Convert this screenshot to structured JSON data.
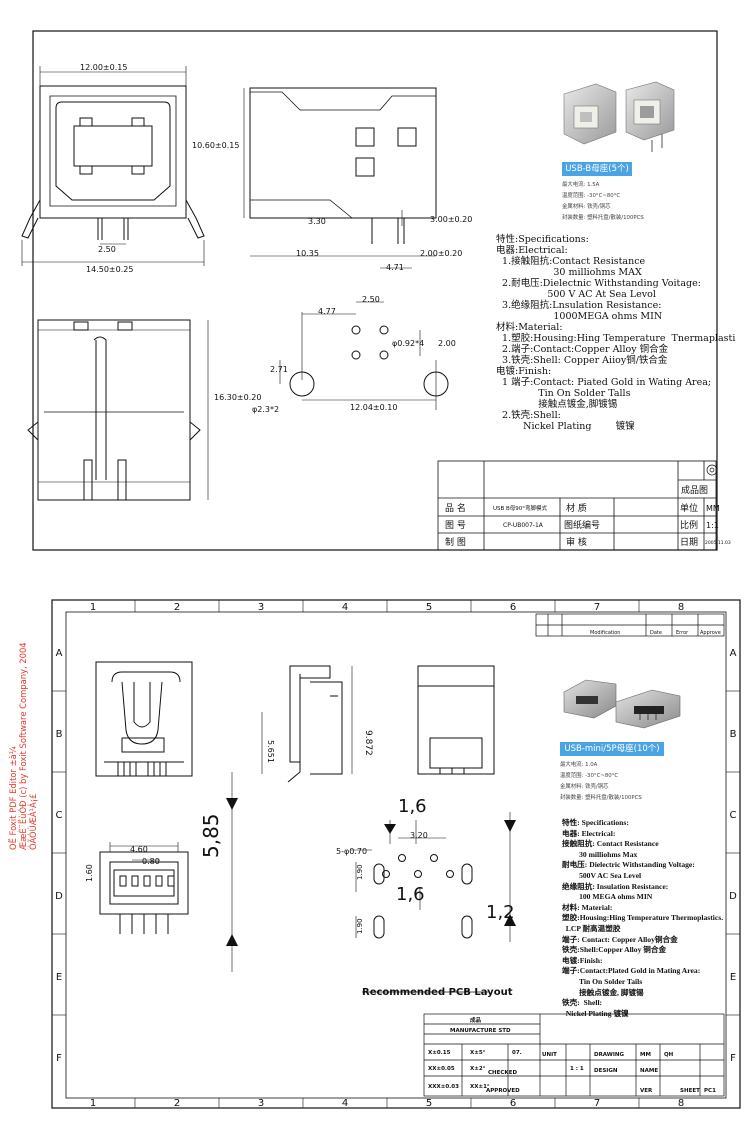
{
  "top": {
    "dims": {
      "width": "12.00±0.15",
      "height": "10.60±0.15",
      "pin_pitch": "2.50",
      "overall_width": "14.50±0.25",
      "d330": "3.30",
      "d300": "3.00±0.20",
      "d1035": "10.35",
      "d200": "2.00±0.20",
      "d471": "4.71",
      "depth": "16.30±0.20",
      "pcb_477": "4.77",
      "pcb_250": "2.50",
      "pcb_hole": "φ0.92*4",
      "pcb_200": "2.00",
      "pcb_271": "2.71",
      "pcb_post": "φ2.3*2",
      "pcb_1204": "12.04±0.10"
    },
    "card": {
      "badge": "USB-B母座(5个)",
      "lines": [
        "最大电流: 1.5A",
        "温度范围: -30°C~80°C",
        "金属材料: 铁壳/铜芯",
        "封装数量: 塑料托盘/散装/100PCS"
      ]
    },
    "specs": [
      "特性:Specifications:",
      "电器:Electrical:",
      "  1.接触阻抗:Contact Resistance",
      "                   30 milliohms MAX",
      "  2.耐电压:Dielectnic Withstanding Voitage:",
      "                 500 V AC At Sea Levol",
      "  3.绝缘阻抗:Lnsulation Resistance:",
      "                   1000MEGA ohms MIN",
      "",
      "材料:Material:",
      "  1.塑胶:Housing:Hing Temperature  Tnermaplasti",
      "",
      "  2.端子:Contact:Copper Alloy 铜合金",
      "  3.铁壳:Shell: Copper Aiioy铜/铁合金",
      "电镀:Finish:",
      "  1 端子:Contact: Piated Gold in Wating Area;",
      "              Tin On Solder Talls",
      "              接触点镀金,脚镀锡",
      "",
      "  2.铁壳:Shell:",
      "         Nickel Plating        镀镍"
    ],
    "title_block": {
      "label_name": "品  名",
      "name_value": "USB B母90°弯脚模式",
      "label_material": "材    质",
      "label_unit": "单位",
      "unit_value": "MM",
      "label_drawing": "图  号",
      "drawing_value": "CP-UB007-1A",
      "label_drawing_no": "图纸编号",
      "label_scale": "比例",
      "scale_value": "1:1",
      "label_drawn": "制  图",
      "label_review": "审    核",
      "label_date": "日期",
      "date_value": "2005.11.03",
      "label_product": "成品图"
    }
  },
  "bottom": {
    "col_labels": [
      "1",
      "2",
      "3",
      "4",
      "5",
      "6",
      "7",
      "8"
    ],
    "row_labels": [
      "A",
      "B",
      "C",
      "D",
      "E",
      "F"
    ],
    "revision_headers": [
      "Modification",
      "Date",
      "Error",
      "Approve"
    ],
    "dims": {
      "d9872": "9.872",
      "d5651": "5.651",
      "d585": "5,85",
      "d460": "4.60",
      "d080": "0.80",
      "d160": "1.60",
      "pcb16": "1,6",
      "pcb320": "3.20",
      "pcb_holes": "5-φ0.70",
      "pcb_190a": "1.90",
      "pcb_190b": "1.90",
      "pcb16b": "1,6",
      "pcb12": "1,2"
    },
    "pcb_caption": "Recommended PCB Layout",
    "card": {
      "badge": "USB-mini/5P母座(10个)",
      "lines": [
        "最大电流: 1.0A",
        "温度范围: -30°C~80°C",
        "金属材料: 铁壳/铜芯",
        "封装数量: 塑料托盘/散装/100PCS"
      ]
    },
    "specs": [
      "特性: Specifications:",
      "电器: Electrical:",
      "接触阻抗: Contact Resistance",
      "         30 milliohms Max",
      "耐电压: Dielectric Withstanding Voltage:",
      "         500V AC Sea Level",
      "绝缘阻抗: Insulation Resistance:",
      "         100 MEGA ohms MIN",
      "材料: Material:",
      "塑胶:Housing:Hing Temperature Thermoplastics.",
      "  LCP 耐高温塑胶",
      "端子: Contact: Copper Alloy铜合金",
      "铁壳:Shell:Copper Alloy 铜合金",
      "电镀:Finish:",
      "端子:Contact:Plated Gold in Mating Area:",
      "         Tin On Solder Tails",
      "         接触点镀金, 脚镀锡",
      "铁壳:  Shell:",
      "  Nickel Plating 镀镍"
    ],
    "title_block": {
      "header1": "成品",
      "header2": "MANUFACTURE STD",
      "tol1a": "X±0.15",
      "tol1b": "X±5°",
      "tol2a": "XX±0.05",
      "tol2b": "X±2°",
      "tol3a": "XXX±0.03",
      "tol3b": "XX±1°",
      "checked": "CHECKED",
      "approved": "APPROVED",
      "unit": "UNIT",
      "drawing": "DRAWING",
      "scale": "1 : 1",
      "design": "DESIGN",
      "name": "NAME",
      "mm": "MM",
      "date": "07.",
      "sheet": "PC1",
      "ver": "VER",
      "sheet_label": "SHEET",
      "chk_value": "QH"
    }
  },
  "watermark": "OË Foxit PDF Editor ±à¼\nÆæÈ¨ËùÓÐ (c) by Foxit Software Company, 2004\nÓÃÓÚÆÀ¹À¡£"
}
